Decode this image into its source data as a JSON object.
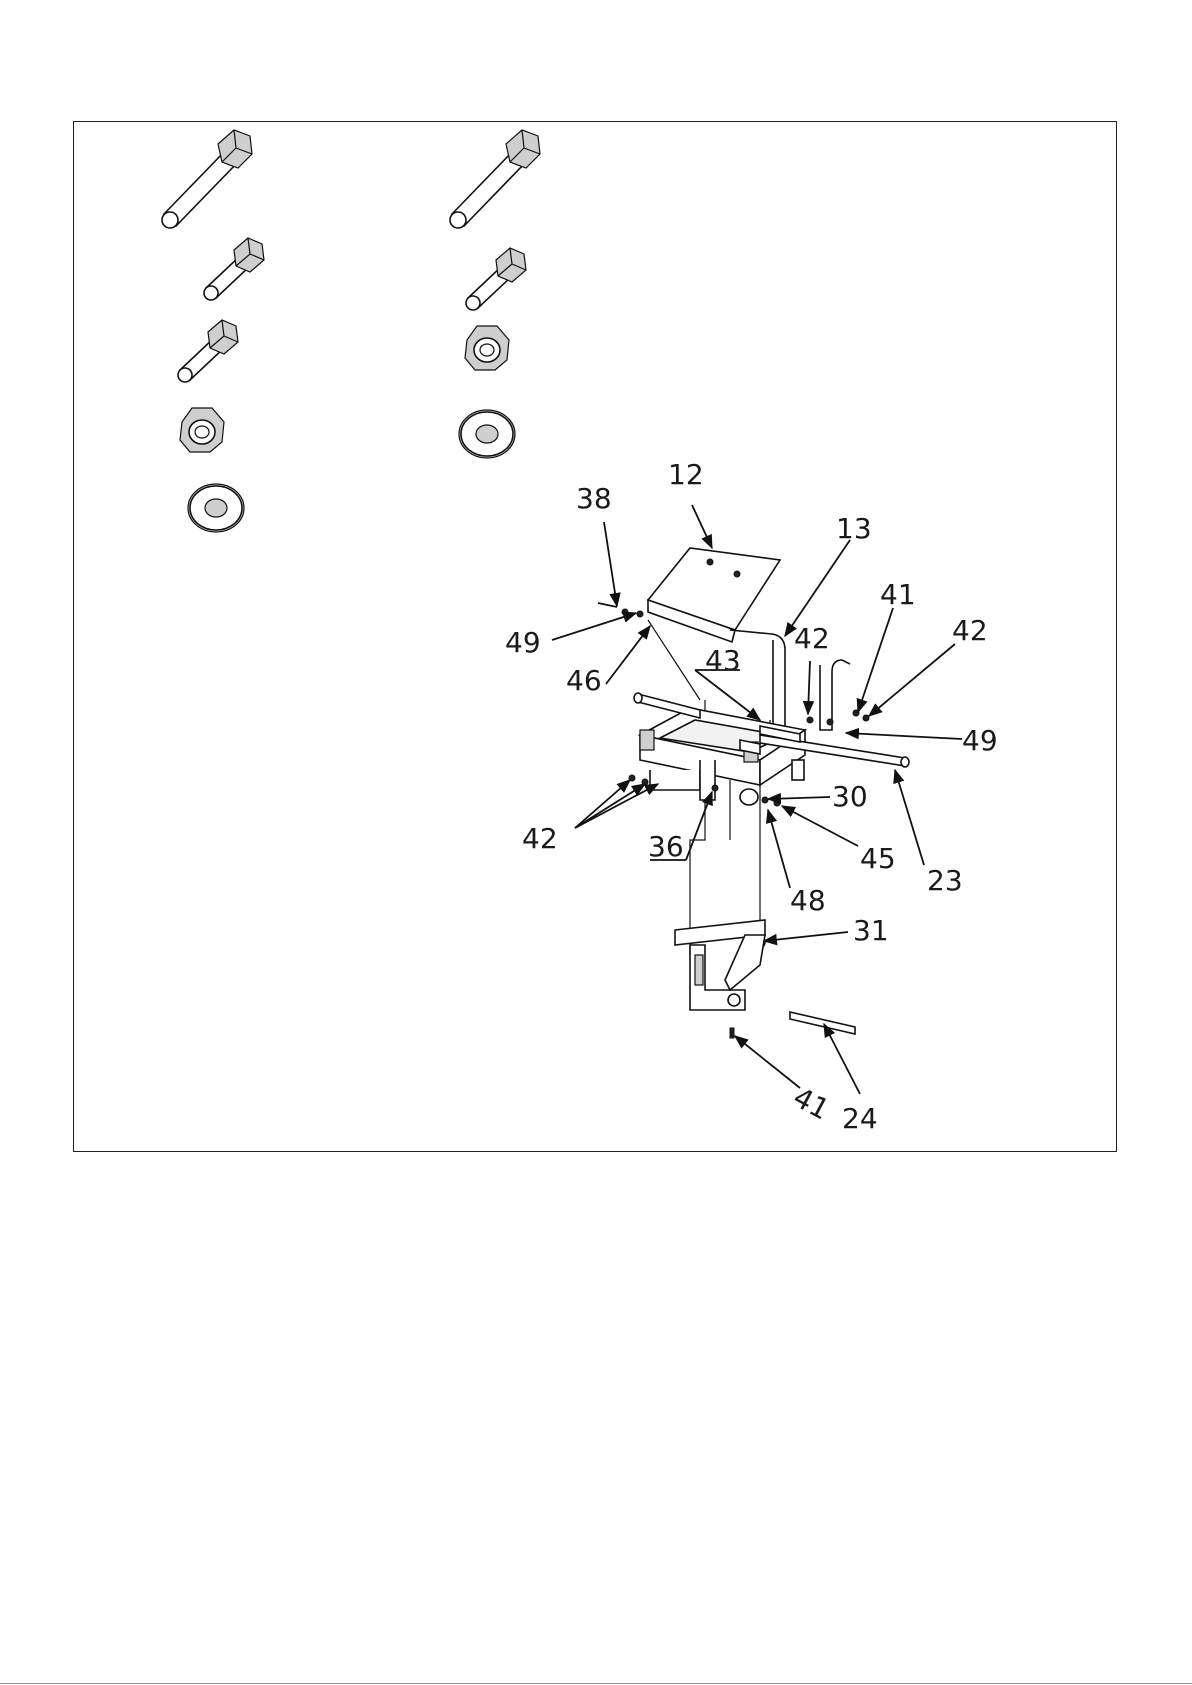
{
  "diagram": {
    "callouts": {
      "c12": "12",
      "c13": "13",
      "c38": "38",
      "c41a": "41",
      "c42a": "42",
      "c42b": "42",
      "c49a": "49",
      "c49b": "49",
      "c46": "46",
      "c43": "43",
      "c42c": "42",
      "c30": "30",
      "c36": "36",
      "c45": "45",
      "c23": "23",
      "c48": "48",
      "c31": "31",
      "c41b": "41",
      "c24": "24"
    },
    "hardware_icons": [
      "long-bolt-icon",
      "medium-bolt-icon",
      "short-bolt-icon",
      "hex-nut-icon",
      "flat-washer-icon"
    ]
  }
}
